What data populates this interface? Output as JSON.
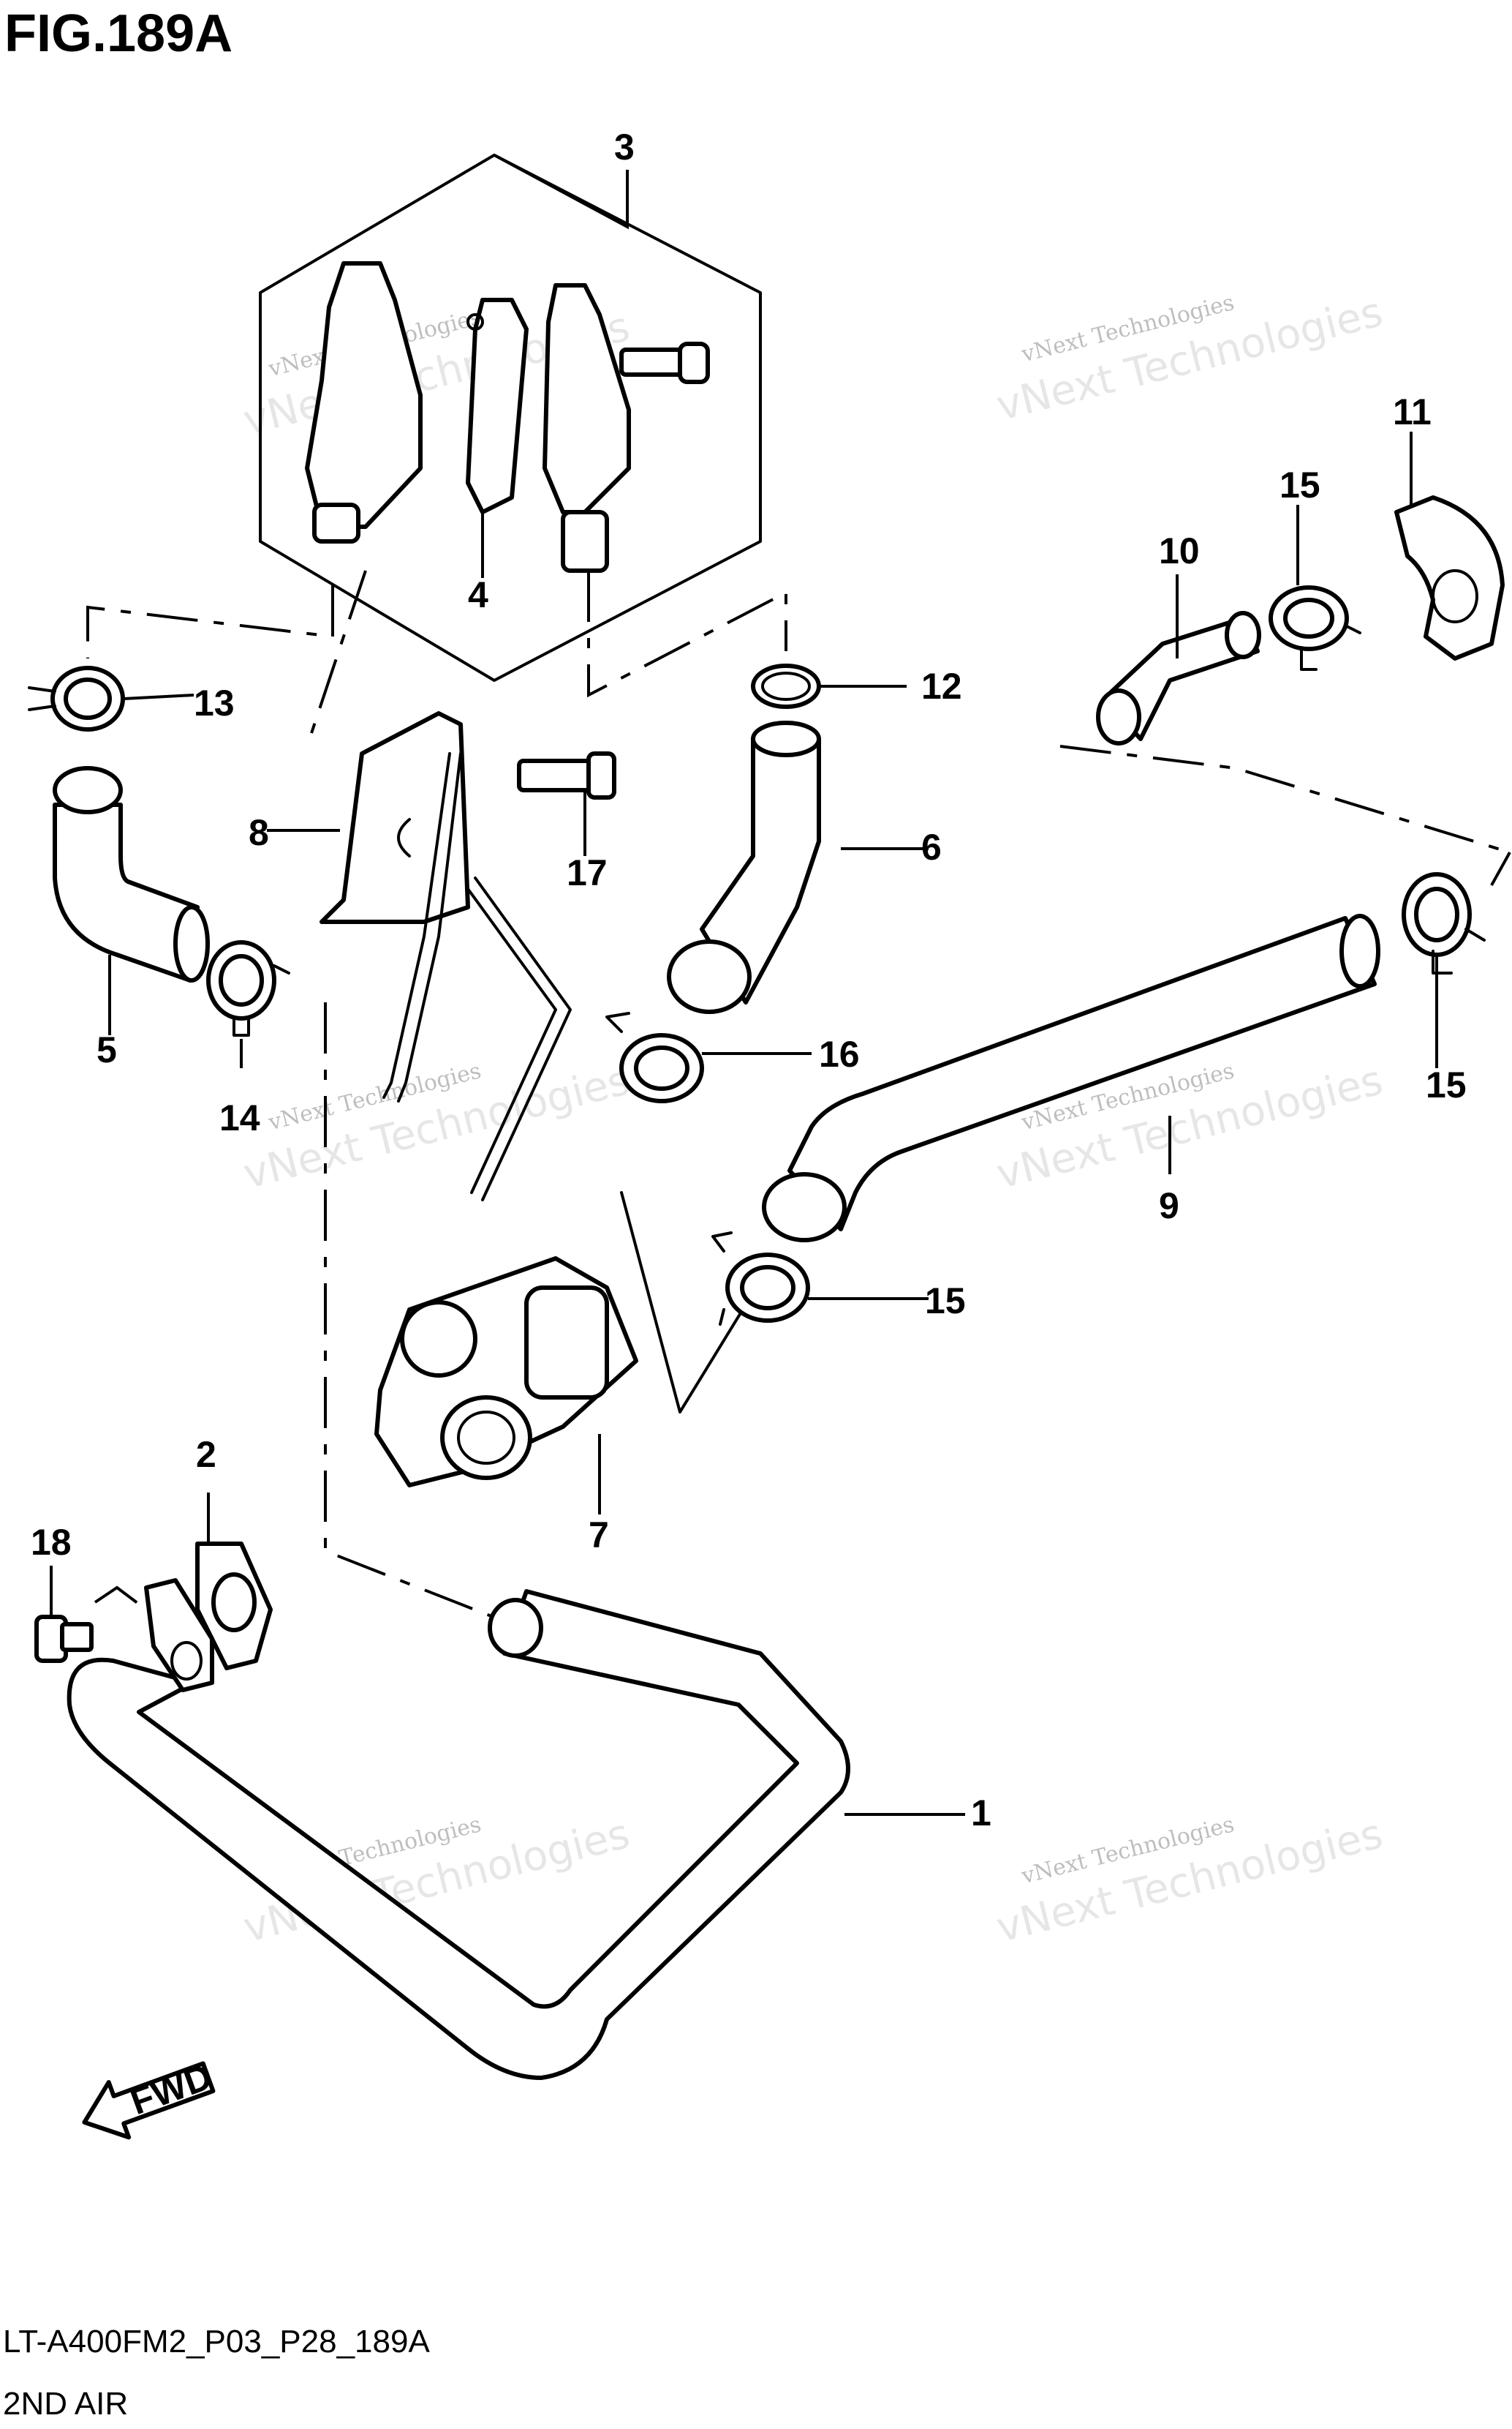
{
  "figure_title": "FIG.189A",
  "model_code": "LT-A400FM2_P03_P28_189A",
  "section_name": "2ND AIR",
  "watermark": {
    "line1": "vNext Technologies",
    "line2": "vNext Technologies"
  },
  "fwd_label": "FWD",
  "callouts": {
    "p1": "1",
    "p2": "2",
    "p3": "3",
    "p4": "4",
    "p5": "5",
    "p6": "6",
    "p7": "7",
    "p8": "8",
    "p9": "9",
    "p10": "10",
    "p11": "11",
    "p12": "12",
    "p13": "13",
    "p14": "14",
    "p15a": "15",
    "p15b": "15",
    "p15c": "15",
    "p16": "16",
    "p17": "17",
    "p18": "18"
  }
}
